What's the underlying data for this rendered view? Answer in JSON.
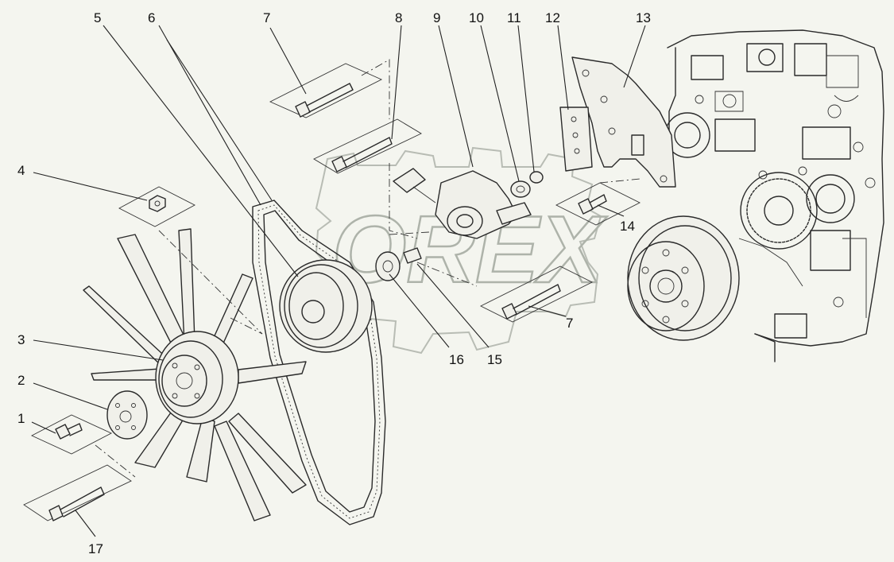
{
  "diagram": {
    "watermark_text": "OREX",
    "callouts": [
      {
        "id": "c1",
        "text": "1"
      },
      {
        "id": "c2",
        "text": "2"
      },
      {
        "id": "c3",
        "text": "3"
      },
      {
        "id": "c4",
        "text": "4"
      },
      {
        "id": "c5",
        "text": "5"
      },
      {
        "id": "c6",
        "text": "6"
      },
      {
        "id": "c7a",
        "text": "7"
      },
      {
        "id": "c7b",
        "text": "7"
      },
      {
        "id": "c8",
        "text": "8"
      },
      {
        "id": "c9",
        "text": "9"
      },
      {
        "id": "c10",
        "text": "10"
      },
      {
        "id": "c11",
        "text": "11"
      },
      {
        "id": "c12",
        "text": "12"
      },
      {
        "id": "c13",
        "text": "13"
      },
      {
        "id": "c14",
        "text": "14"
      },
      {
        "id": "c15",
        "text": "15"
      },
      {
        "id": "c16",
        "text": "16"
      },
      {
        "id": "c17",
        "text": "17"
      }
    ]
  }
}
